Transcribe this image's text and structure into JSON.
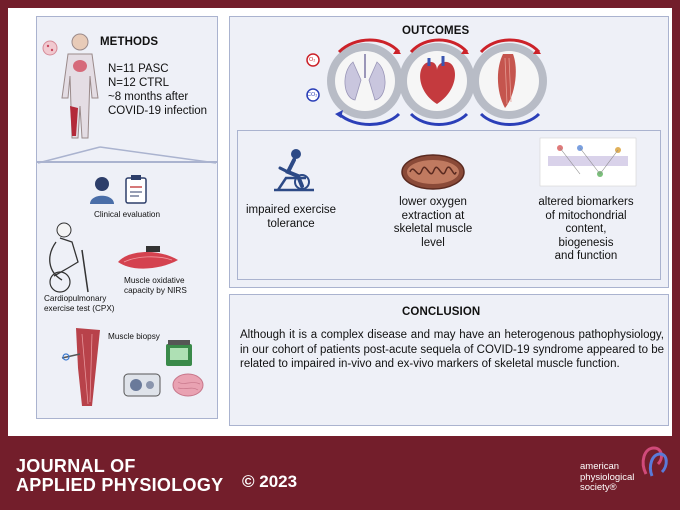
{
  "methods": {
    "title": "METHODS",
    "lines": "N=11 PASC\nN=12 CTRL\n~8 months after\nCOVID-19 infection",
    "clinical_evaluation": "Clinical evaluation",
    "cpx": "Cardiopulmonary\nexercise test (CPX)",
    "nirs": "Muscle oxidative\ncapacity by NIRS",
    "biopsy": "Muscle biopsy"
  },
  "outcomes": {
    "title": "OUTCOMES",
    "o2": "O₂",
    "co2": "CO₂",
    "effect1": "impaired exercise\ntolerance",
    "effect2": "lower oxygen\nextraction at\nskeletal muscle\nlevel",
    "effect3": "altered biomarkers\nof mitochondrial\ncontent,\nbiogenesis\nand function"
  },
  "conclusion": {
    "title": "CONCLUSION",
    "text": "Although it is a complex disease and may have an heterogenous pathophysiology, in our cohort of patients post-acute sequela of COVID-19 syndrome appeared to be related to impaired in-vivo and ex-vivo markers of skeletal muscle function."
  },
  "footer": {
    "journal_line1": "JOURNAL OF",
    "journal_line2": "APPLIED PHYSIOLOGY",
    "copyright": "© 2023",
    "society": "american\nphysiological\nsociety®"
  },
  "colors": {
    "brand": "#731e2b",
    "panel_bg": "#eef0f7",
    "panel_border": "#aab3cf",
    "o2_red": "#cc2229",
    "co2_blue": "#2b3fb8"
  }
}
